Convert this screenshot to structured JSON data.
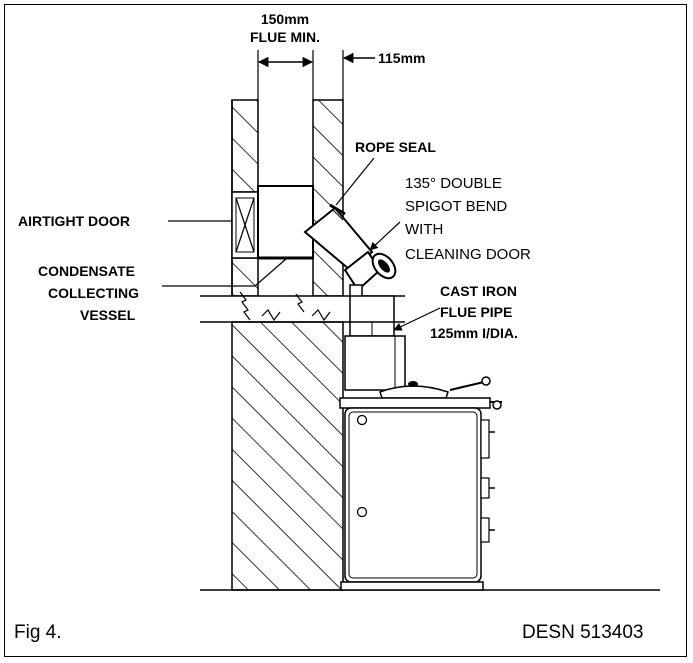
{
  "labels": {
    "flue_width_line1": "150mm",
    "flue_width_line2": "FLUE MIN.",
    "flue_offset": "115mm",
    "rope_seal": "ROPE SEAL",
    "bend_line1": "135° DOUBLE",
    "bend_line2": "SPIGOT BEND",
    "bend_line3": "WITH",
    "bend_line4": "CLEANING DOOR",
    "airtight_door": "AIRTIGHT DOOR",
    "condensate_line1": "CONDENSATE",
    "condensate_line2": "COLLECTING",
    "condensate_line3": "VESSEL",
    "flue_pipe_line1": "CAST IRON",
    "flue_pipe_line2": "FLUE PIPE",
    "flue_pipe_line3": "125mm I/DIA."
  },
  "caption": {
    "figure": "Fig 4.",
    "reference": "DESN 513403"
  }
}
